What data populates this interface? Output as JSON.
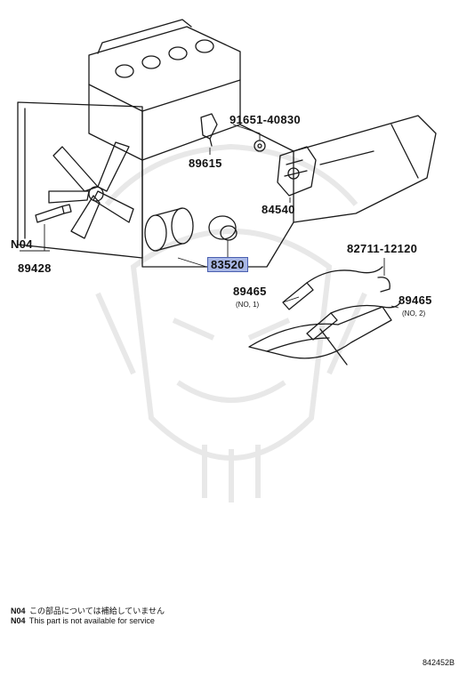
{
  "parts": {
    "p91651": "91651-40830",
    "p89615": "89615",
    "p84540": "84540",
    "n04_left": "N04",
    "p89428": "89428",
    "p83520": "83520",
    "p82711": "82711-12120",
    "p89465_1": "89465",
    "p89465_1_sub": "(NO, 1)",
    "p89465_2": "89465",
    "p89465_2_sub": "(NO, 2)"
  },
  "notes": {
    "jp_code": "N04",
    "jp_text": "この部品については補給していません",
    "en_code": "N04",
    "en_text": "This part is not available for service"
  },
  "figure_ref": "842452B",
  "colors": {
    "highlight": "#a9b8e6",
    "highlight_border": "#4a5fb0",
    "line": "#1a1a1a",
    "watermark": "#e6e6e6"
  }
}
